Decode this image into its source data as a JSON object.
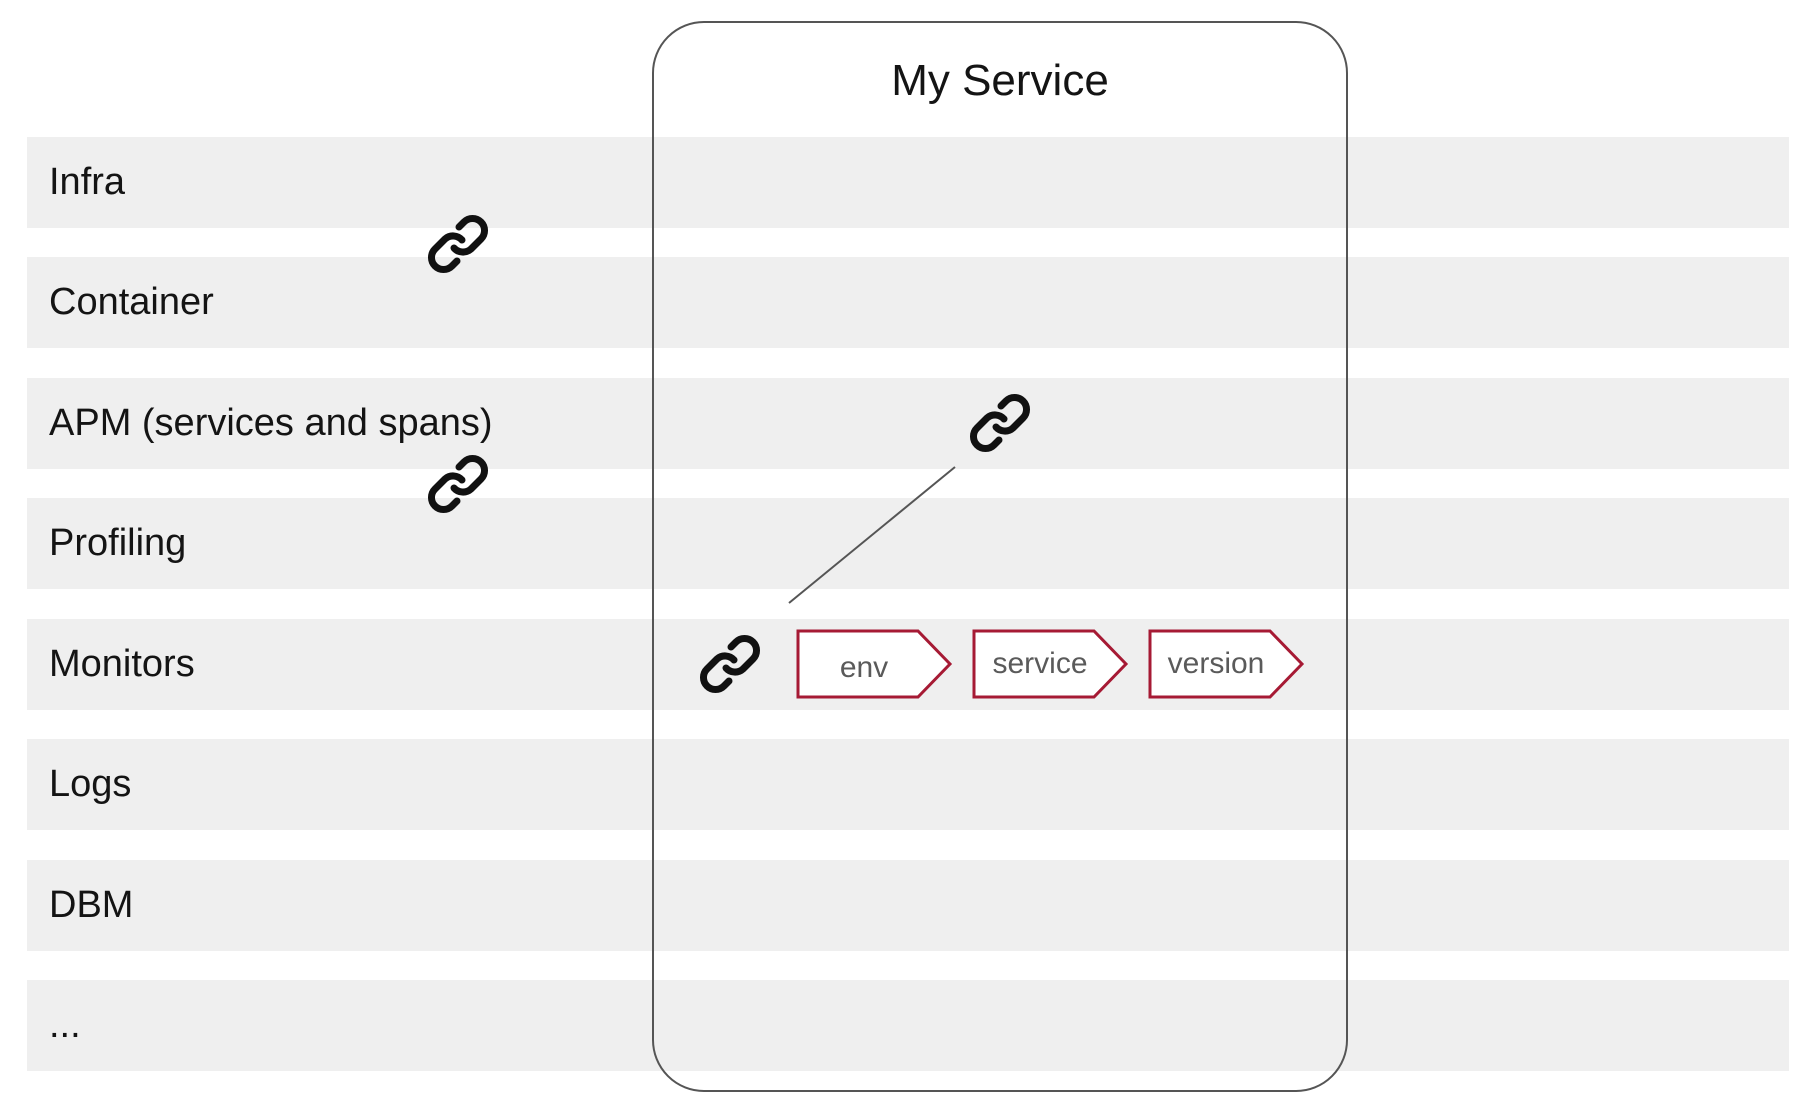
{
  "diagram": {
    "title": "My Service",
    "rows": [
      {
        "label": "Infra"
      },
      {
        "label": "Container"
      },
      {
        "label": "APM (services and spans)"
      },
      {
        "label": "Profiling"
      },
      {
        "label": "Monitors"
      },
      {
        "label": "Logs"
      },
      {
        "label": "DBM"
      },
      {
        "label": "..."
      }
    ],
    "tags": [
      {
        "label": "env"
      },
      {
        "label": "service"
      },
      {
        "label": "version"
      }
    ],
    "icons": [
      "link-icon"
    ],
    "colors": {
      "band": "#efefef",
      "tag_border": "#a61a34",
      "box_border": "#555555",
      "text": "#141414"
    }
  }
}
